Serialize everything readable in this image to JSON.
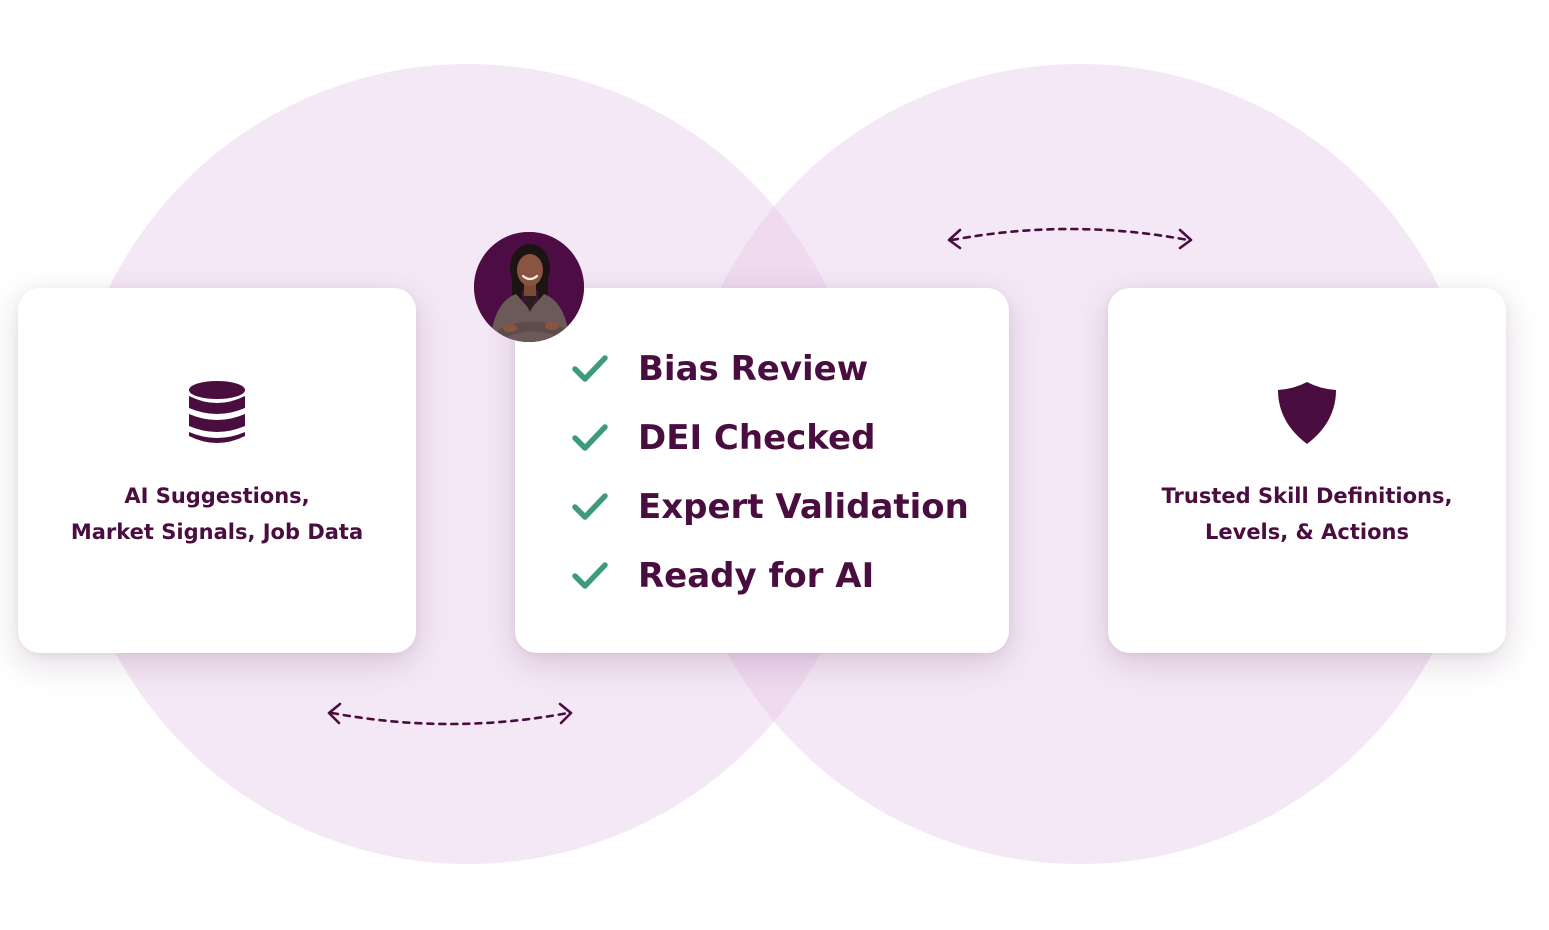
{
  "colors": {
    "primary": "#4a0d3f",
    "check": "#3d9b7b",
    "circle_fill": "#f5e6f6",
    "card_bg": "#ffffff"
  },
  "left_card": {
    "icon": "database-icon",
    "line1": "AI Suggestions,",
    "line2": "Market Signals, Job Data"
  },
  "center_card": {
    "avatar": "reviewer-avatar",
    "items": [
      {
        "icon": "check-icon",
        "label": "Bias Review"
      },
      {
        "icon": "check-icon",
        "label": "DEI Checked"
      },
      {
        "icon": "check-icon",
        "label": "Expert Validation"
      },
      {
        "icon": "check-icon",
        "label": "Ready for AI"
      }
    ]
  },
  "right_card": {
    "icon": "shield-icon",
    "line1": "Trusted Skill Definitions,",
    "line2": "Levels, & Actions"
  },
  "connectors": [
    {
      "icon": "bidirectional-arrow-icon",
      "between": "center-card and right-card"
    },
    {
      "icon": "bidirectional-arrow-icon",
      "between": "left-card and center-card"
    }
  ]
}
